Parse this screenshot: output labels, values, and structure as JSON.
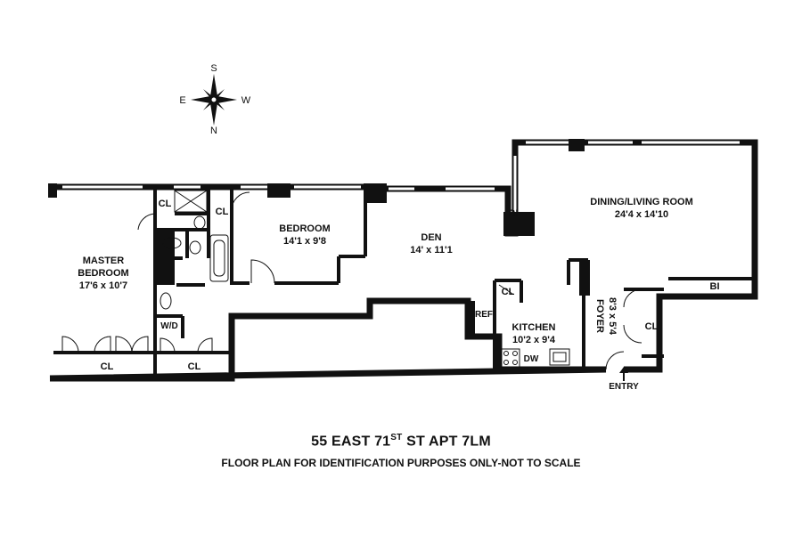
{
  "compass": {
    "top": "S",
    "left": "E",
    "right": "W",
    "bottom": "N"
  },
  "rooms": {
    "master_bedroom": {
      "line1": "MASTER",
      "line2": "BEDROOM",
      "dims": "17'6 x 10'7"
    },
    "bedroom": {
      "name": "BEDROOM",
      "dims": "14'1 x 9'8"
    },
    "den": {
      "name": "DEN",
      "dims": "14' x 11'1"
    },
    "dining_living": {
      "name": "DINING/LIVING ROOM",
      "dims": "24'4 x 14'10"
    },
    "kitchen": {
      "name": "KITCHEN",
      "dims": "10'2 x 9'4"
    },
    "foyer": {
      "name": "FOYER",
      "dims": "8'3 x 5'4"
    }
  },
  "fixtures": {
    "cl": "CL",
    "bi": "BI",
    "ref": "REF",
    "wd": "W/D",
    "dw": "DW",
    "entry": "ENTRY"
  },
  "title": {
    "main": "55 EAST 71",
    "sup": "ST",
    "rest": " ST APT 7LM"
  },
  "disclaimer": "FLOOR PLAN FOR IDENTIFICATION PURPOSES ONLY-NOT TO SCALE"
}
